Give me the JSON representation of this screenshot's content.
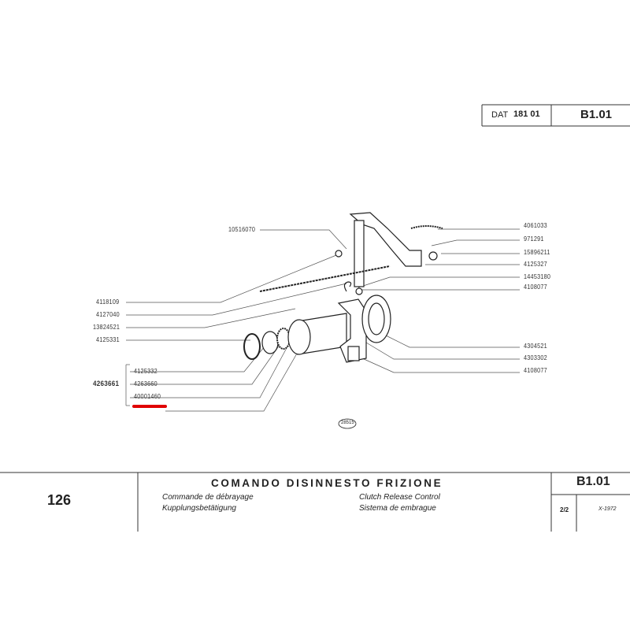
{
  "header": {
    "dat_label": "DAT",
    "dat_number": "181 01",
    "page_code": "B1.01"
  },
  "diagram": {
    "figure_number": "28515",
    "labels_left": [
      "10516070",
      "4118109",
      "4127040",
      "13824521",
      "4125331"
    ],
    "assembly": {
      "number": "4263661",
      "items": [
        "4125332",
        "4263660",
        "40001460"
      ],
      "highlighted": "40001460",
      "highlight_color": "#e00000"
    },
    "labels_right": [
      "4061033",
      "971291",
      "15896211",
      "4125327",
      "14453180",
      "4108077",
      "4304521",
      "4303302",
      "4108077"
    ]
  },
  "footer": {
    "model": "126",
    "title_it": "COMANDO DISINNESTO FRIZIONE",
    "title_fr": "Commande de débrayage",
    "title_de": "Kupplungsbetätigung",
    "title_en": "Clutch Release Control",
    "title_es": "Sistema de embrague",
    "page_code": "B1.01",
    "sheet": "2/2",
    "date": "X-1972"
  }
}
